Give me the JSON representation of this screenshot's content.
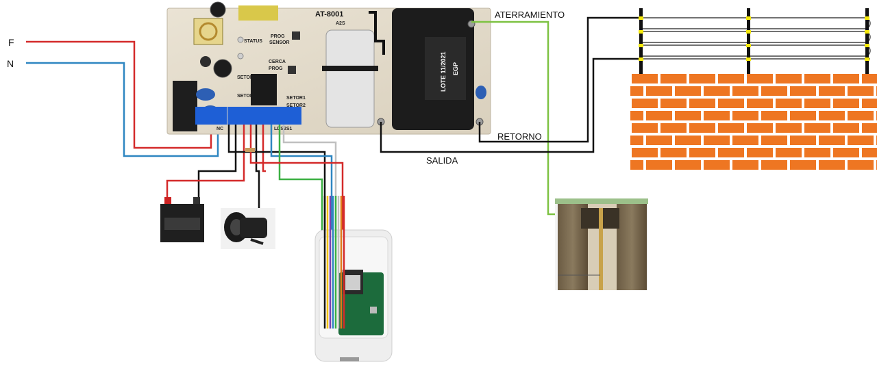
{
  "labels": {
    "phase": "F",
    "neutral": "N",
    "grounding": "ATERRAMIENTO",
    "return": "RETORNO",
    "output": "SALIDA"
  },
  "board": {
    "model": "AT-8001",
    "model_suffix": "A2S",
    "lot": "LOTE 11/2021",
    "brand": "EGP",
    "silk": [
      "STATUS",
      "PROG",
      "SENSOR",
      "CERCA",
      "PROG",
      "SETOR1",
      "SETOR2",
      "SETOR1",
      "SETOR2"
    ],
    "terminals": "NC",
    "terminal_right": "LDS2S1"
  },
  "colors": {
    "phase_wire": "#d42a2a",
    "neutral_wire": "#2e86c1",
    "ground_wire": "#7dc242",
    "hv_wire": "#111111",
    "brick": "#ee7622",
    "mortar": "#ffffff"
  }
}
